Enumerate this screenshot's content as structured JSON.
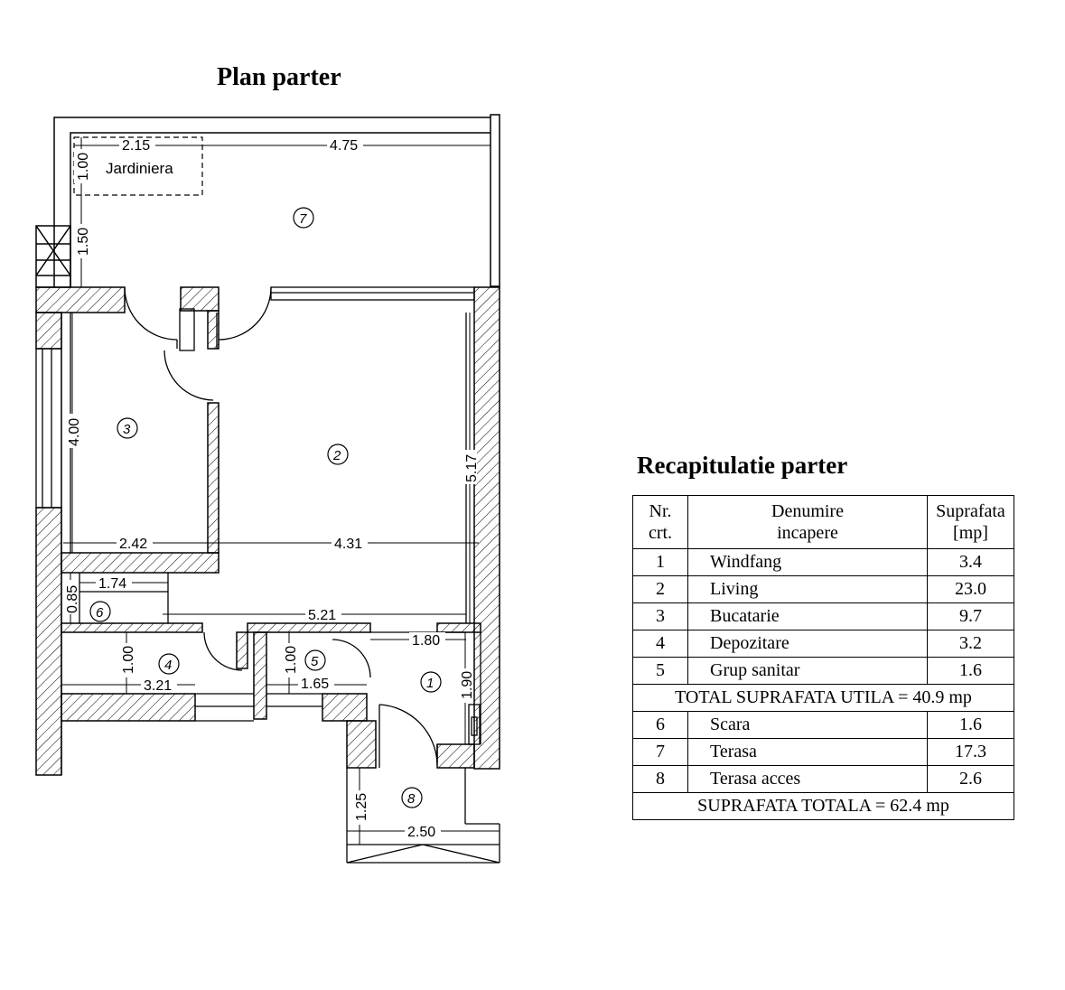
{
  "plan": {
    "title": "Plan parter",
    "jardiniera_label": "Jardiniera",
    "dimensions": {
      "d_2_15": "2.15",
      "d_4_75": "4.75",
      "d_1_00_top": "1.00",
      "d_1_50": "1.50",
      "d_4_00": "4.00",
      "d_5_17": "5.17",
      "d_2_42": "2.42",
      "d_4_31": "4.31",
      "d_1_74": "1.74",
      "d_0_85": "0.85",
      "d_5_21": "5.21",
      "d_1_80": "1.80",
      "d_1_00_dep": "1.00",
      "d_1_00_wc": "1.00",
      "d_3_21": "3.21",
      "d_1_65": "1.65",
      "d_1_90": "1.90",
      "d_1_25": "1.25",
      "d_2_50": "2.50"
    },
    "room_markers": [
      "1",
      "2",
      "3",
      "4",
      "5",
      "6",
      "7",
      "8"
    ]
  },
  "recap": {
    "title": "Recapitulatie parter",
    "headers": {
      "nr_line1": "Nr.",
      "nr_line2": "crt.",
      "name_line1": "Denumire",
      "name_line2": "incapere",
      "area_line1": "Suprafata",
      "area_line2": "[mp]"
    },
    "rows_a": [
      {
        "nr": "1",
        "name": "Windfang",
        "area": "3.4"
      },
      {
        "nr": "2",
        "name": "Living",
        "area": "23.0"
      },
      {
        "nr": "3",
        "name": "Bucatarie",
        "area": "9.7"
      },
      {
        "nr": "4",
        "name": "Depozitare",
        "area": "3.2"
      },
      {
        "nr": "5",
        "name": "Grup sanitar",
        "area": "1.6"
      }
    ],
    "total_utila": "TOTAL SUPRAFATA UTILA = 40.9 mp",
    "rows_b": [
      {
        "nr": "6",
        "name": "Scara",
        "area": "1.6"
      },
      {
        "nr": "7",
        "name": "Terasa",
        "area": "17.3"
      },
      {
        "nr": "8",
        "name": "Terasa acces",
        "area": "2.6"
      }
    ],
    "total": "SUPRAFATA TOTALA = 62.4 mp"
  }
}
